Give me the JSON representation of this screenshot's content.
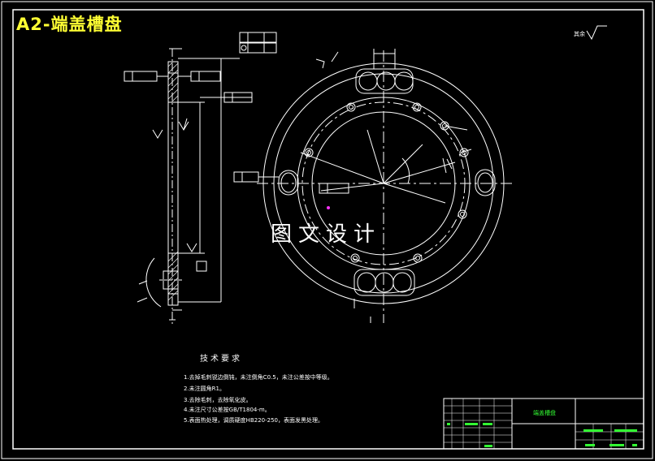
{
  "drawing_title": "A2-端盖槽盘",
  "watermark": "图文设计",
  "technical_requirements": {
    "heading": "技术要求",
    "items": [
      "1.去掉毛刺锐边倒钝，未注倒角C0.5，未注公差按中等级。",
      "2.未注圆角R1。",
      "3.去除毛刺，去除氧化皮。",
      "4.未注尺寸公差按GB/T1804-m。",
      "5.表面热处理，调质硬度HB220-250，表面发黑处理。"
    ]
  },
  "title_block": {
    "part_name": "端盖槽盘"
  },
  "roughness_note": "其余",
  "colors": {
    "background": "#000000",
    "lines": "#ffffff",
    "title": "#ffff33",
    "title_block_text": "#33ff33",
    "accent": "#ff33ff"
  }
}
